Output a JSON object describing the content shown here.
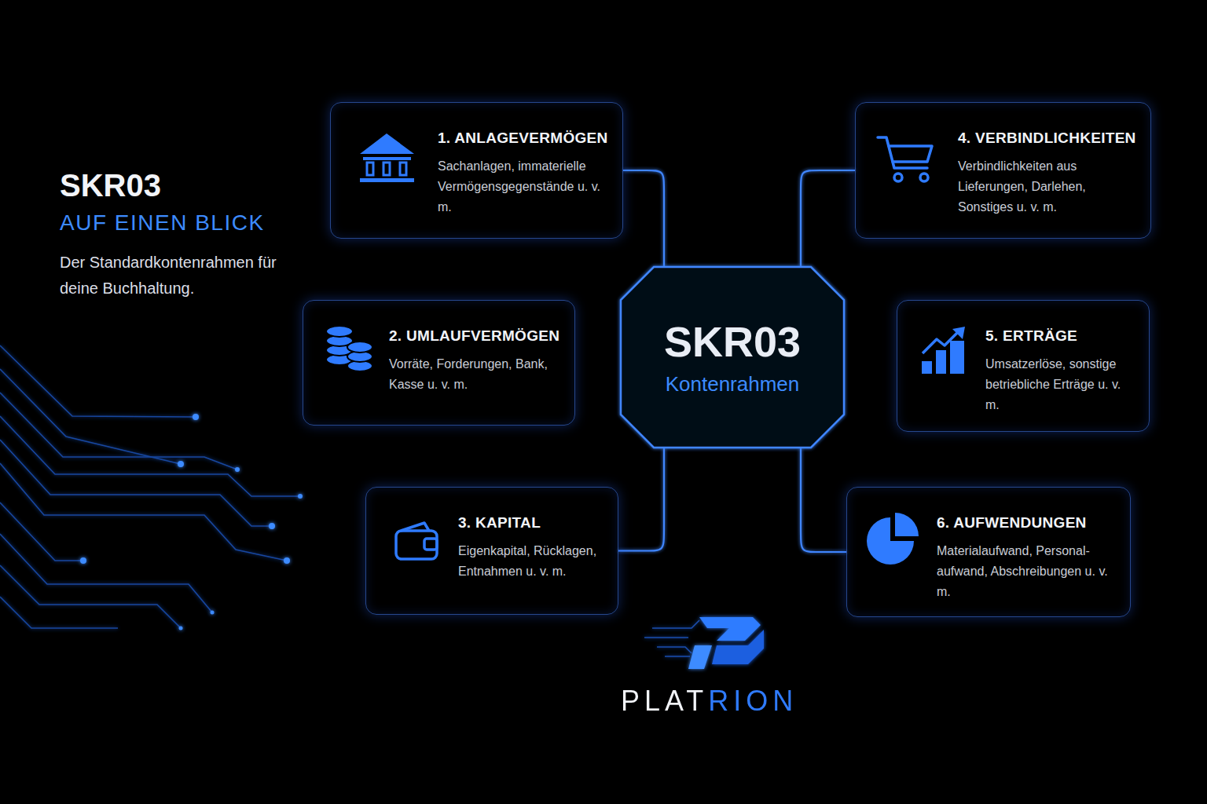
{
  "diagram": {
    "title": "SKR03",
    "nodes": [
      {
        "text": [
          "1. ANLAGEVERMÖGEN",
          "Sachanlagen, immaterielle Vermögensgegenstände u. v. m."
        ]
      },
      {
        "text": [
          "4. VERBINDLICHKEITEN",
          "Verbindlichkeiten aus Lieferungen, Darlehen, Sonstiges u. v. m."
        ]
      },
      {
        "text": [
          "2. UMLAUFVERMÖGEN",
          "Vorräte, Forderungen, Bank, Kasse u. v. m."
        ]
      },
      {
        "text": [
          "SKR03",
          "Kontenrahmen"
        ]
      },
      {
        "text": [
          "5. ERTRÄGE",
          "Umsatzerlöse, sonstige betriebliche Erträge u. v. m."
        ]
      },
      {
        "text": [
          "3. KAPITAL",
          "Eigenkapital, Rücklagen, Entnahmen u. v. m."
        ]
      },
      {
        "text": [
          "6. AUFWENDUNGEN",
          "Materialaufwand, Personal- aufwand, Abschreibungen u. v. m."
        ]
      }
    ],
    "edges": [
      {
        "from": 3,
        "to": 0,
        "arrow": "none"
      },
      {
        "from": 3,
        "to": 1,
        "arrow": "none"
      },
      {
        "from": 3,
        "to": 2,
        "arrow": "none"
      },
      {
        "from": 3,
        "to": 4,
        "arrow": "none"
      },
      {
        "from": 3,
        "to": 5,
        "arrow": "none"
      },
      {
        "from": 3,
        "to": 6,
        "arrow": "none"
      }
    ],
    "labels": [
      "AUF EINEN BLICK",
      "Der Standardkontenrahmen für deine Buchhaltung.",
      "PLATRION"
    ]
  }
}
